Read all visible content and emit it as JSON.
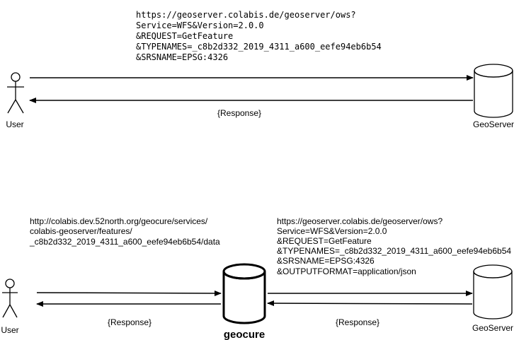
{
  "top": {
    "actor_label": "User",
    "server_label": "GeoServer",
    "request_lines": [
      "https://geoserver.colabis.de/geoserver/ows?",
      "Service=WFS&Version=2.0.0",
      "&REQUEST=GetFeature",
      "&TYPENAMES=_c8b2d332_2019_4311_a600_eefe94eb6b54",
      "&SRSNAME=EPSG:4326"
    ],
    "response_label": "{Response}"
  },
  "bottom": {
    "actor_label": "User",
    "proxy_label": "geocure",
    "server_label": "GeoServer",
    "proxy_request_lines": [
      "http://colabis.dev.52north.org/geocure/services/",
      "colabis-geoserver/features/",
      "_c8b2d332_2019_4311_a600_eefe94eb6b54/data"
    ],
    "server_request_lines": [
      "https://geoserver.colabis.de/geoserver/ows?",
      "Service=WFS&Version=2.0.0",
      "&REQUEST=GetFeature",
      "&TYPENAMES=_c8b2d332_2019_4311_a600_eefe94eb6b54",
      "&SRSNAME=EPSG:4326",
      "&OUTPUTFORMAT=application/json"
    ],
    "response_left": "{Response}",
    "response_right": "{Response}"
  },
  "icons": [
    "user-icon",
    "database-icon"
  ]
}
